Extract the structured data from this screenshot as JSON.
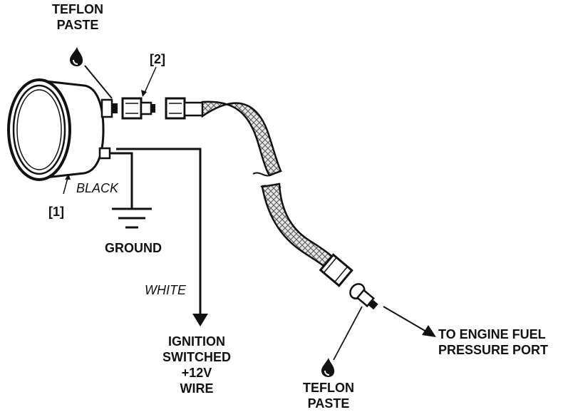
{
  "labels": {
    "teflon_paste_top": [
      "TEFLON",
      "PASTE"
    ],
    "teflon_paste_bottom": [
      "TEFLON",
      "PASTE"
    ],
    "gauge_callout": "[1]",
    "adapter_callout": "[2]",
    "black_wire": "BLACK",
    "white_wire": "WHITE",
    "ground": "GROUND",
    "ignition": [
      "IGNITION",
      "SWITCHED",
      "+12V",
      "WIRE"
    ],
    "engine_port": [
      "TO ENGINE FUEL",
      "PRESSURE PORT"
    ]
  },
  "colors": {
    "ink": "#111111",
    "hose_fill": "#d9d9d9",
    "paper": "#ffffff"
  },
  "icons": [
    "teflon-drop-icon",
    "ground-symbol-icon",
    "arrow-down-icon",
    "arrow-right-icon"
  ]
}
